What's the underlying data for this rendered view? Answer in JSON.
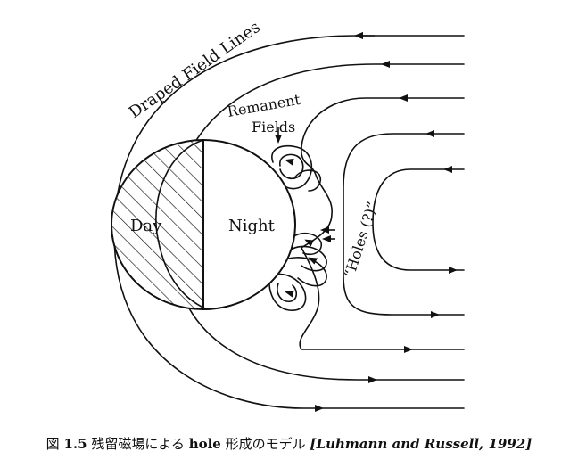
{
  "labels": {
    "draped": "Draped Field Lines",
    "remanent_line1": "Remanent",
    "remanent_line2": "Fields",
    "day": "Day",
    "night": "Night",
    "holes": "“Holes (?)”"
  },
  "caption": {
    "figure_word": "図",
    "figure_number": "1.5",
    "text_ja_1": "残留磁場による",
    "text_en": "hole",
    "text_ja_2": "形成のモデル",
    "citation": "[Luhmann and Russell, 1992]"
  },
  "colors": {
    "ink": "#111111",
    "background": "#ffffff"
  }
}
